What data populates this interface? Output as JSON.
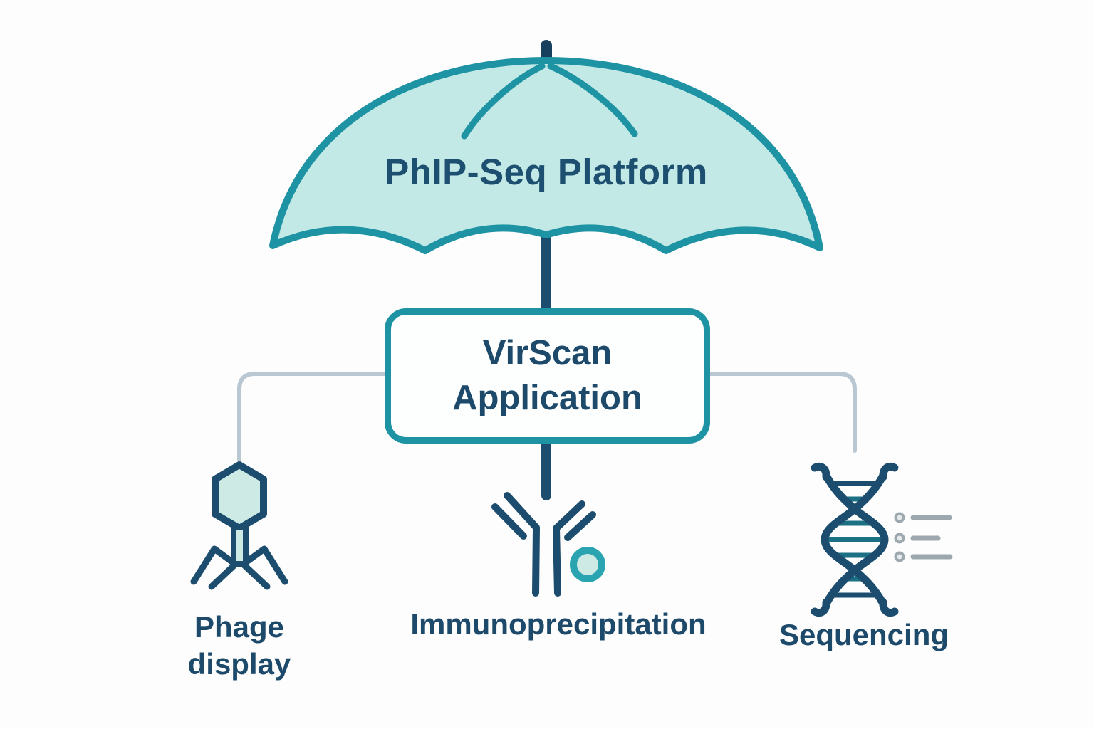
{
  "title": "PhIP-Seq Platform",
  "center_box": {
    "label": "VirScan Application"
  },
  "branches": [
    {
      "label": "Phage display",
      "icon": "bacteriophage-icon"
    },
    {
      "label": "Immunoprecipitation",
      "icon": "antibody-icon"
    },
    {
      "label": "Sequencing",
      "icon": "dna-helix-icon"
    }
  ],
  "colors": {
    "teal": "#1e93a4",
    "umbrella_fill": "#c2e9e6",
    "navy": "#1c4d6e",
    "dark_navy": "#16405d",
    "text_navy": "#1d4a6a",
    "title_navy": "#1d5070",
    "connector_gray": "#b9c7d2",
    "light_fill": "#cdeae4",
    "ring_teal": "#2aa4b0",
    "rung_teal": "#1b7083",
    "list_gray": "#9da7ae",
    "background": "#fdfdfd",
    "box_fill": "#fdfefe"
  }
}
